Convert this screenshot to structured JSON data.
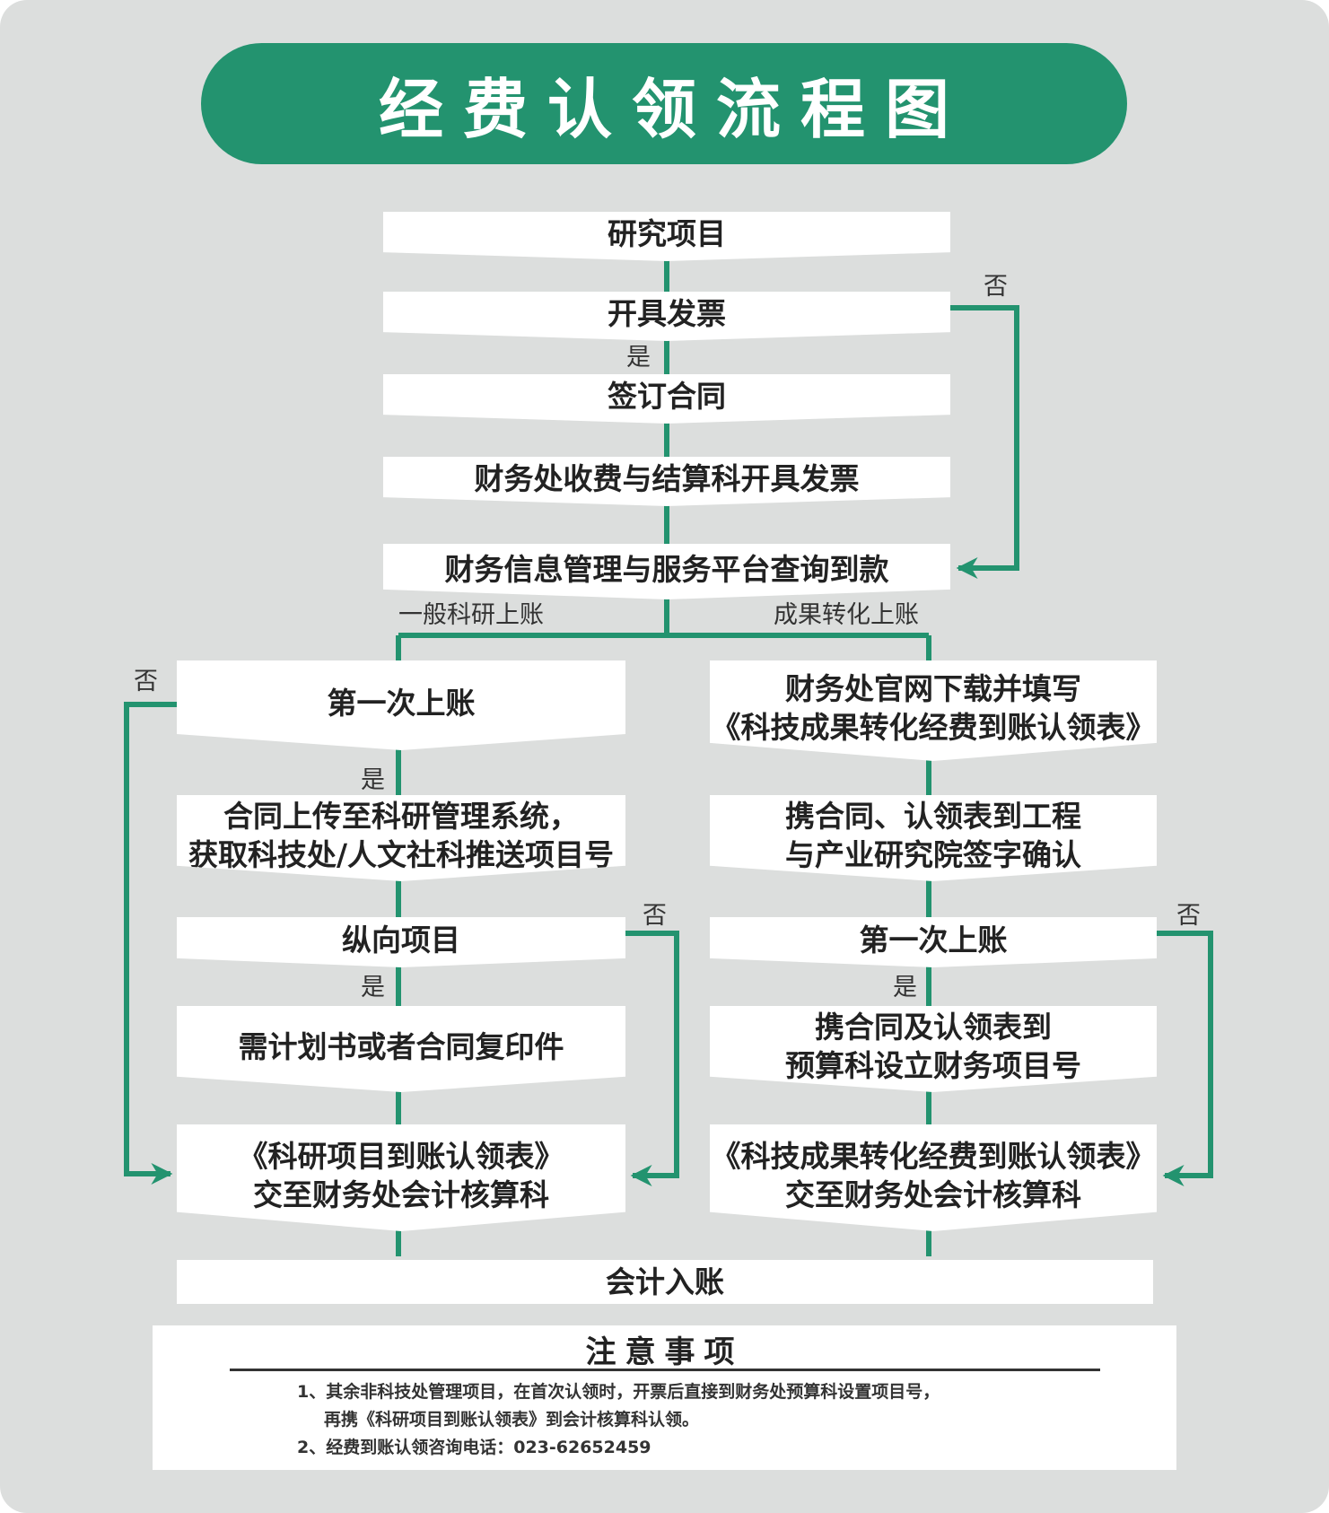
{
  "title": "经费认领流程图",
  "colors": {
    "accent": "#23936f",
    "background": "#dcdedd",
    "box": "#ffffff",
    "text": "#222222"
  },
  "steps": {
    "research_project": "研究项目",
    "issue_invoice": "开具发票",
    "sign_contract": "签订合同",
    "finance_invoice": "财务处收费与结算科开具发票",
    "query_payment": "财务信息管理与服务平台查询到款"
  },
  "branches": {
    "general": "一般科研上账",
    "transfer": "成果转化上账"
  },
  "left": {
    "first_entry": "第一次上账",
    "upload": [
      "合同上传至科研管理系统，",
      "获取科技处/人文社科推送项目号"
    ],
    "vertical": "纵向项目",
    "plan": "需计划书或者合同复印件",
    "form": [
      "《科研项目到账认领表》",
      "交至财务处会计核算科"
    ]
  },
  "right": {
    "download": [
      "财务处官网下载并填写",
      "《科技成果转化经费到账认领表》"
    ],
    "sign": [
      "携合同、认领表到工程",
      "与产业研究院签字确认"
    ],
    "first_entry": "第一次上账",
    "budget": [
      "携合同及认领表到",
      "预算科设立财务项目号"
    ],
    "form": [
      "《科技成果转化经费到账认领表》",
      "交至财务处会计核算科"
    ]
  },
  "accounting": "会计入账",
  "labels": {
    "yes": "是",
    "no": "否"
  },
  "notes": {
    "title": "注意事项",
    "items": [
      "1、其余非科技处管理项目，在首次认领时，开票后直接到财务处预算科设置项目号，",
      "再携《科研项目到账认领表》到会计核算科认领。",
      "2、经费到账认领咨询电话：023-62652459"
    ]
  }
}
